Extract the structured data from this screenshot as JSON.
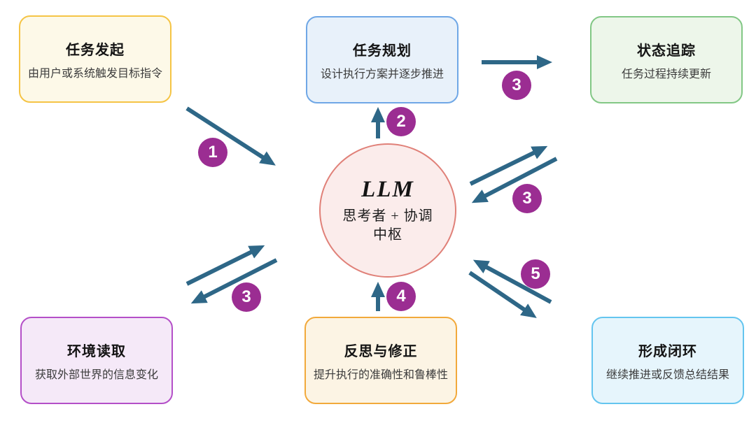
{
  "diagram": {
    "center": {
      "title": "LLM",
      "role_line1": "思考者 + 协调",
      "role_line2": "中枢"
    },
    "nodes": [
      {
        "id": "task-initiation",
        "title": "任务发起",
        "subtitle": "由用户或系统触发目标指令",
        "border_color": "#F5C445",
        "bg_color": "#FDF9E8"
      },
      {
        "id": "task-planning",
        "title": "任务规划",
        "subtitle": "设计执行方案并逐步推进",
        "border_color": "#6FA7E6",
        "bg_color": "#E8F1FA"
      },
      {
        "id": "status-tracking",
        "title": "状态追踪",
        "subtitle": "任务过程持续更新",
        "border_color": "#82C785",
        "bg_color": "#EDF6EA"
      },
      {
        "id": "environment-reading",
        "title": "环境读取",
        "subtitle": "获取外部世界的信息变化",
        "border_color": "#B44FC8",
        "bg_color": "#F5E9F8"
      },
      {
        "id": "reflection-correction",
        "title": "反思与修正",
        "subtitle": "提升执行的准确性和鲁棒性",
        "border_color": "#F2A93B",
        "bg_color": "#FCF4E4"
      },
      {
        "id": "closed-loop",
        "title": "形成闭环",
        "subtitle": "继续推进或反馈总结结果",
        "border_color": "#64C5EF",
        "bg_color": "#E6F5FC"
      }
    ],
    "badges": [
      {
        "id": "step-1",
        "label": "1"
      },
      {
        "id": "step-2",
        "label": "2"
      },
      {
        "id": "step-3-top",
        "label": "3"
      },
      {
        "id": "step-3-right",
        "label": "3"
      },
      {
        "id": "step-3-left",
        "label": "3"
      },
      {
        "id": "step-4",
        "label": "4"
      },
      {
        "id": "step-5",
        "label": "5"
      }
    ],
    "colors": {
      "arrow": "#2E6787",
      "badge_bg": "#9B2D92",
      "badge_text": "#FFFFFF",
      "circle_border": "#E08078",
      "circle_bg": "#FBECEB"
    }
  }
}
